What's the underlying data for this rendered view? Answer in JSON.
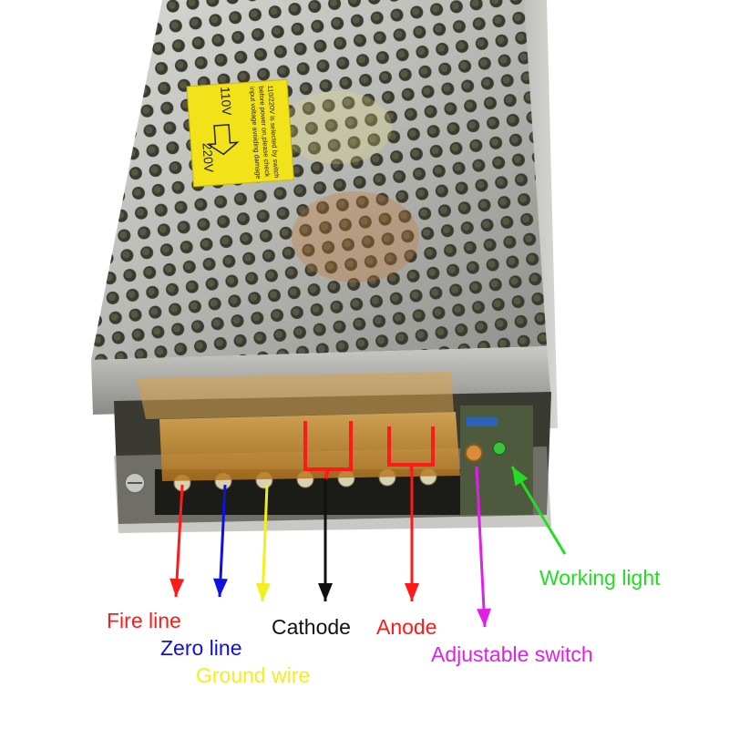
{
  "image": {
    "subject": "switching power supply with labeled terminal block",
    "psu_sticker": {
      "line1": "110/220V is selected by switch",
      "line2": "before power on,please check",
      "line3": "input voltage avoiding damage",
      "v110": "110V",
      "v220": "220V"
    }
  },
  "callouts": [
    {
      "key": "fire",
      "label": "Fire line",
      "color": "#ff1a1a"
    },
    {
      "key": "zero",
      "label": "Zero line",
      "color": "#1010e0"
    },
    {
      "key": "ground",
      "label": "Ground wire",
      "color": "#f2f01c"
    },
    {
      "key": "cathode",
      "label": "Cathode",
      "color": "#111111"
    },
    {
      "key": "anode",
      "label": "Anode",
      "color": "#ff1a1a"
    },
    {
      "key": "adjust",
      "label": "Adjustable switch",
      "color": "#e020e8"
    },
    {
      "key": "working",
      "label": "Working light",
      "color": "#22dd22"
    }
  ]
}
